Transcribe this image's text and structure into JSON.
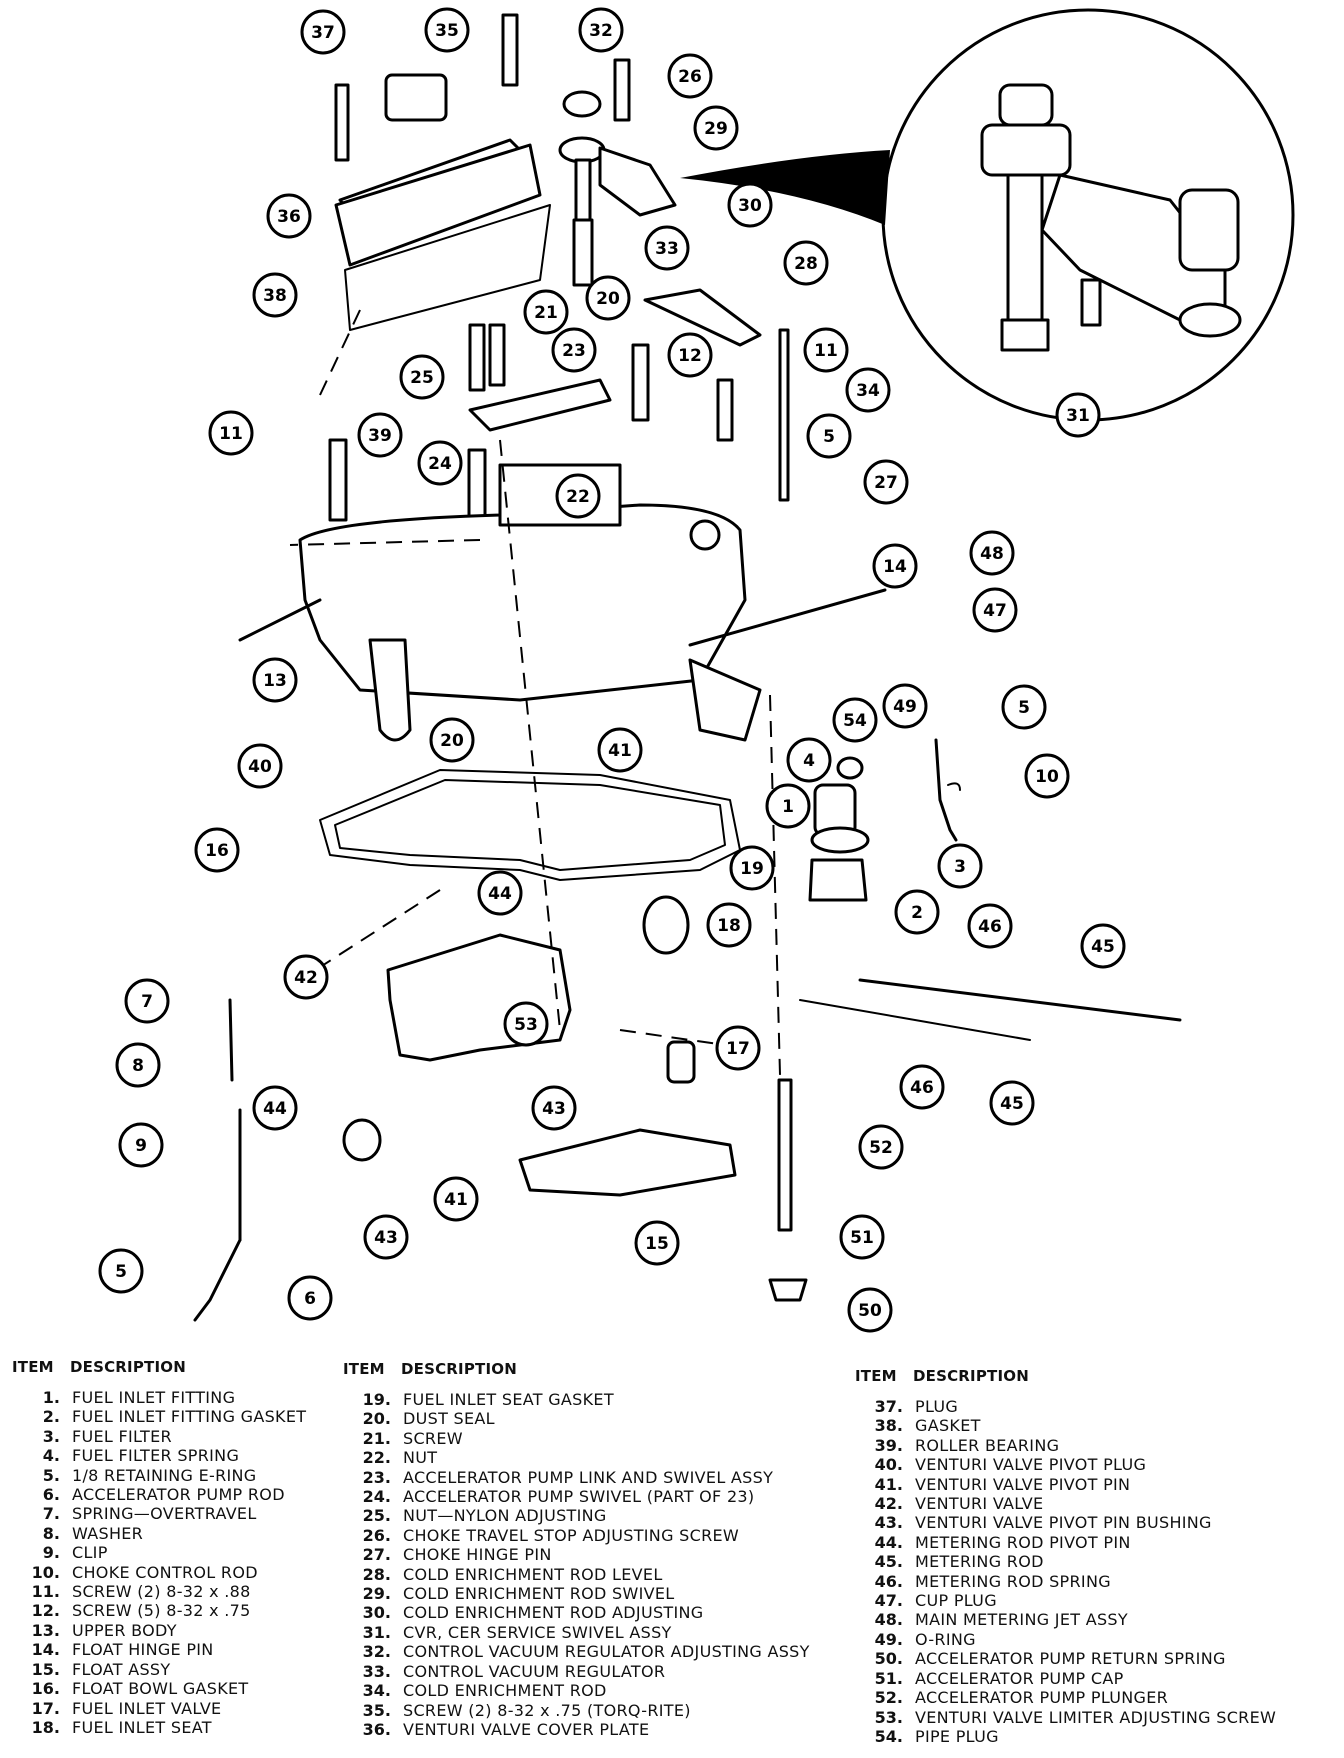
{
  "diagram": {
    "callouts": [
      "37",
      "35",
      "32",
      "26",
      "29",
      "30",
      "36",
      "33",
      "28",
      "38",
      "20",
      "21",
      "23",
      "12",
      "11",
      "34",
      "25",
      "39",
      "11",
      "5",
      "24",
      "22",
      "27",
      "14",
      "48",
      "47",
      "13",
      "49",
      "54",
      "4",
      "5",
      "10",
      "20",
      "41",
      "40",
      "1",
      "3",
      "16",
      "19",
      "2",
      "44",
      "18",
      "46",
      "45",
      "7",
      "42",
      "53",
      "17",
      "8",
      "44",
      "46",
      "45",
      "9",
      "43",
      "52",
      "41",
      "43",
      "15",
      "51",
      "5",
      "6",
      "50",
      "31"
    ]
  },
  "legend": {
    "header_item": "ITEM",
    "header_description": "DESCRIPTION",
    "columns": [
      [
        {
          "num": "1.",
          "desc": "FUEL INLET FITTING"
        },
        {
          "num": "2.",
          "desc": "FUEL INLET FITTING GASKET"
        },
        {
          "num": "3.",
          "desc": "FUEL FILTER"
        },
        {
          "num": "4.",
          "desc": "FUEL FILTER SPRING"
        },
        {
          "num": "5.",
          "desc": "1/8 RETAINING E-RING"
        },
        {
          "num": "6.",
          "desc": "ACCELERATOR PUMP ROD"
        },
        {
          "num": "7.",
          "desc": "SPRING—OVERTRAVEL"
        },
        {
          "num": "8.",
          "desc": "WASHER"
        },
        {
          "num": "9.",
          "desc": "CLIP"
        },
        {
          "num": "10.",
          "desc": "CHOKE CONTROL ROD"
        },
        {
          "num": "11.",
          "desc": "SCREW (2) 8-32 x .88"
        },
        {
          "num": "12.",
          "desc": "SCREW (5) 8-32 x .75"
        },
        {
          "num": "13.",
          "desc": "UPPER BODY"
        },
        {
          "num": "14.",
          "desc": "FLOAT HINGE PIN"
        },
        {
          "num": "15.",
          "desc": "FLOAT ASSY"
        },
        {
          "num": "16.",
          "desc": "FLOAT BOWL GASKET"
        },
        {
          "num": "17.",
          "desc": "FUEL INLET VALVE"
        },
        {
          "num": "18.",
          "desc": "FUEL INLET SEAT"
        }
      ],
      [
        {
          "num": "19.",
          "desc": "FUEL INLET SEAT GASKET"
        },
        {
          "num": "20.",
          "desc": "DUST SEAL"
        },
        {
          "num": "21.",
          "desc": "SCREW"
        },
        {
          "num": "22.",
          "desc": "NUT"
        },
        {
          "num": "23.",
          "desc": "ACCELERATOR PUMP LINK AND SWIVEL ASSY"
        },
        {
          "num": "24.",
          "desc": "ACCELERATOR PUMP SWIVEL (PART OF 23)"
        },
        {
          "num": "25.",
          "desc": "NUT—NYLON ADJUSTING"
        },
        {
          "num": "26.",
          "desc": "CHOKE TRAVEL STOP ADJUSTING SCREW"
        },
        {
          "num": "27.",
          "desc": "CHOKE HINGE PIN"
        },
        {
          "num": "28.",
          "desc": "COLD ENRICHMENT ROD LEVEL"
        },
        {
          "num": "29.",
          "desc": "COLD ENRICHMENT ROD SWIVEL"
        },
        {
          "num": "30.",
          "desc": "COLD ENRICHMENT ROD ADJUSTING"
        },
        {
          "num": "31.",
          "desc": "CVR, CER SERVICE SWIVEL ASSY"
        },
        {
          "num": "32.",
          "desc": "CONTROL VACUUM REGULATOR ADJUSTING ASSY"
        },
        {
          "num": "33.",
          "desc": "CONTROL VACUUM REGULATOR"
        },
        {
          "num": "34.",
          "desc": "COLD ENRICHMENT ROD"
        },
        {
          "num": "35.",
          "desc": "SCREW (2) 8-32 x .75 (TORQ-RITE)"
        },
        {
          "num": "36.",
          "desc": "VENTURI VALVE COVER PLATE"
        }
      ],
      [
        {
          "num": "37.",
          "desc": "PLUG"
        },
        {
          "num": "38.",
          "desc": "GASKET"
        },
        {
          "num": "39.",
          "desc": "ROLLER BEARING"
        },
        {
          "num": "40.",
          "desc": "VENTURI VALVE PIVOT PLUG"
        },
        {
          "num": "41.",
          "desc": "VENTURI VALVE PIVOT PIN"
        },
        {
          "num": "42.",
          "desc": "VENTURI VALVE"
        },
        {
          "num": "43.",
          "desc": "VENTURI VALVE PIVOT PIN BUSHING"
        },
        {
          "num": "44.",
          "desc": "METERING ROD PIVOT PIN"
        },
        {
          "num": "45.",
          "desc": "METERING ROD"
        },
        {
          "num": "46.",
          "desc": "METERING ROD SPRING"
        },
        {
          "num": "47.",
          "desc": "CUP PLUG"
        },
        {
          "num": "48.",
          "desc": "MAIN METERING JET ASSY"
        },
        {
          "num": "49.",
          "desc": "O-RING"
        },
        {
          "num": "50.",
          "desc": "ACCELERATOR PUMP RETURN SPRING"
        },
        {
          "num": "51.",
          "desc": "ACCELERATOR PUMP CAP"
        },
        {
          "num": "52.",
          "desc": "ACCELERATOR PUMP PLUNGER"
        },
        {
          "num": "53.",
          "desc": "VENTURI VALVE LIMITER ADJUSTING SCREW"
        },
        {
          "num": "54.",
          "desc": "PIPE PLUG"
        }
      ]
    ]
  }
}
